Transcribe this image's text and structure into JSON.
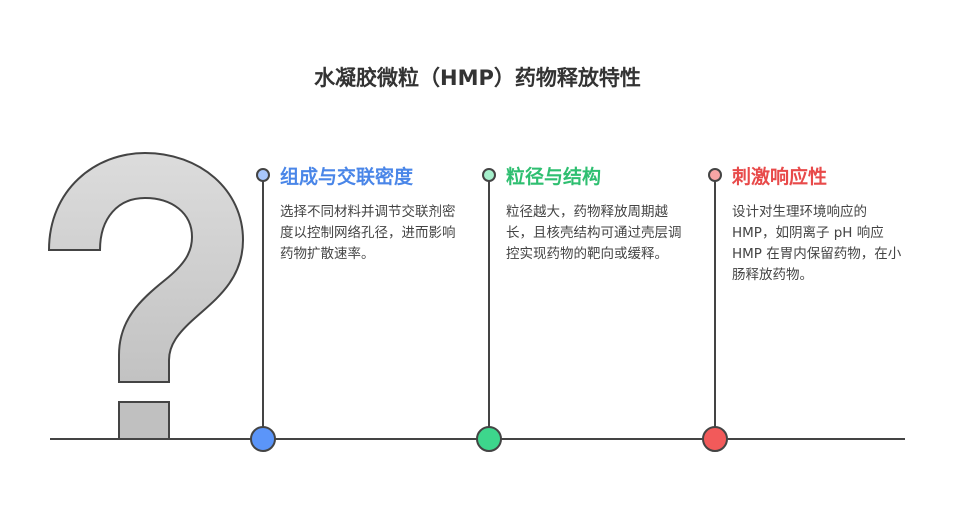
{
  "title": "水凝胶微粒（HMP）药物释放特性",
  "items": [
    {
      "title": "组成与交联密度",
      "text": "选择不同材料并调节交联剂密度以控制网络孔径，进而影响药物扩散速率。",
      "color": "#4a86e8",
      "dot": "#5b95f9",
      "dot_light": "#a8c6fb"
    },
    {
      "title": "粒径与结构",
      "text": "粒径越大，药物释放周期越长，且核壳结构可通过壳层调控实现药物的靶向或缓释。",
      "color": "#2fbf71",
      "dot": "#3dd68c",
      "dot_light": "#a6f0cc"
    },
    {
      "title": "刺激响应性",
      "text": "设计对生理环境响应的 HMP，如阴离子 pH 响应 HMP 在胃内保留药物，在小肠释放药物。",
      "color": "#e84a4a",
      "dot": "#f25a5a",
      "dot_light": "#f8a5a5"
    }
  ]
}
